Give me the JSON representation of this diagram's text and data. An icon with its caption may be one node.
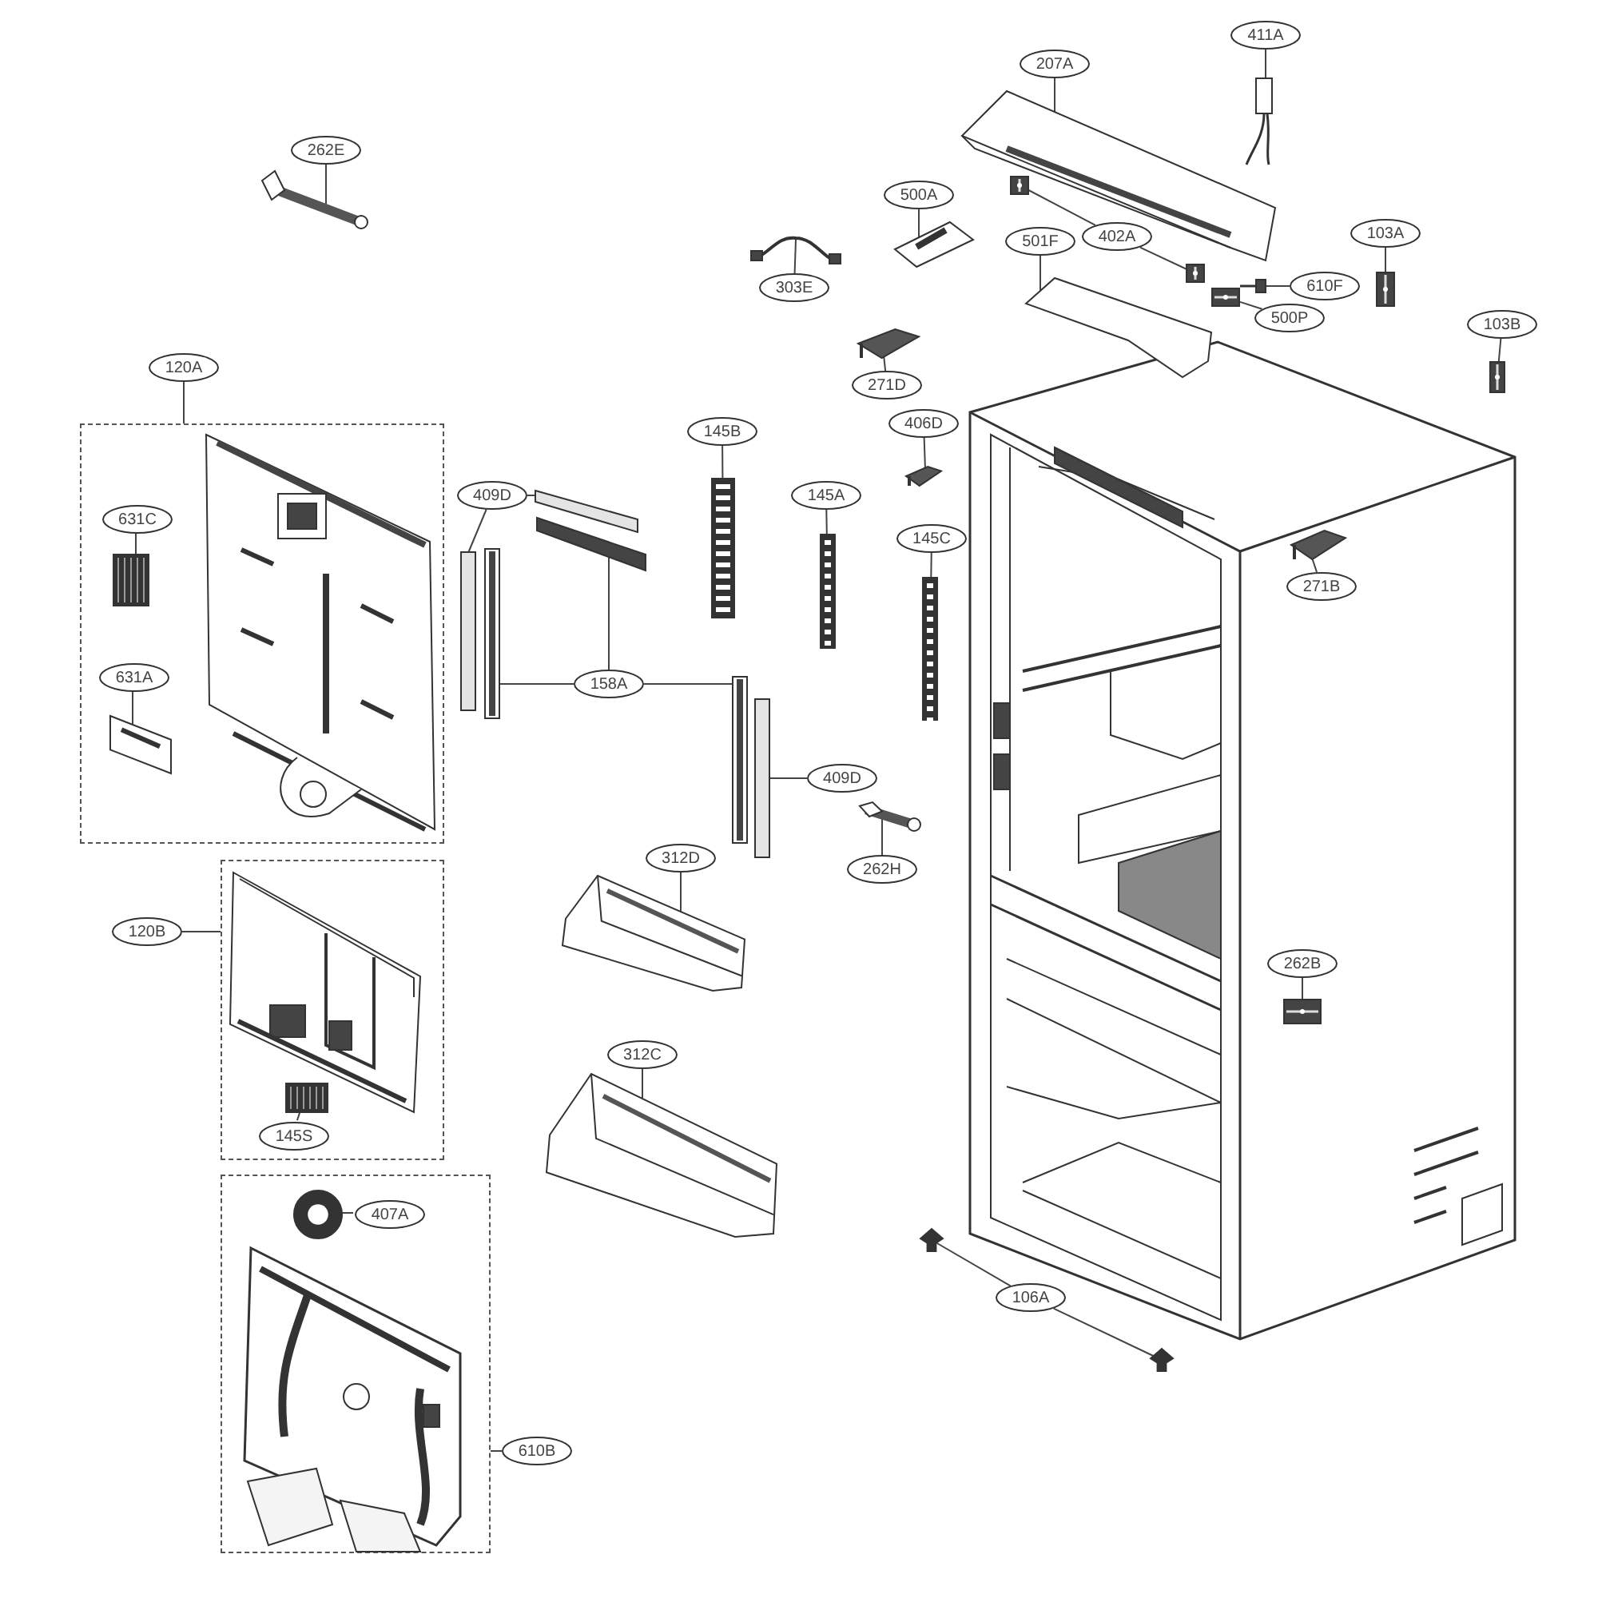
{
  "diagram": {
    "nodes": [
      {
        "text": [
          "262E"
        ]
      },
      {
        "text": [],
        "shape": "picture"
      },
      {
        "text": [
          "120A"
        ]
      },
      {
        "text": [],
        "shape": "box"
      },
      {
        "text": [
          "631C"
        ],
        "in": 3
      },
      {
        "text": [],
        "shape": "picture",
        "in": 3
      },
      {
        "text": [
          "631A"
        ],
        "in": 3
      },
      {
        "text": [],
        "shape": "picture",
        "in": 3
      },
      {
        "text": [
          "409D"
        ]
      },
      {
        "text": [],
        "shape": "bar"
      },
      {
        "text": [],
        "shape": "bar"
      },
      {
        "text": [],
        "shape": "bar"
      },
      {
        "text": [],
        "shape": "bar"
      },
      {
        "text": [
          "158A"
        ]
      },
      {
        "text": [],
        "shape": "bar"
      },
      {
        "text": [],
        "shape": "bar"
      },
      {
        "text": [
          "409D"
        ]
      },
      {
        "text": [
          "145B"
        ]
      },
      {
        "text": [],
        "shape": "picture"
      },
      {
        "text": [
          "145A"
        ]
      },
      {
        "text": [],
        "shape": "picture"
      },
      {
        "text": [
          "145C"
        ]
      },
      {
        "text": [],
        "shape": "picture"
      },
      {
        "text": [
          "303E"
        ]
      },
      {
        "text": [],
        "shape": "picture"
      },
      {
        "text": [
          "500A"
        ]
      },
      {
        "text": [],
        "shape": "picture"
      },
      {
        "text": [
          "207A"
        ]
      },
      {
        "text": [],
        "shape": "picture"
      },
      {
        "text": [
          "411A"
        ]
      },
      {
        "text": [],
        "shape": "picture"
      },
      {
        "text": [
          "402A"
        ]
      },
      {
        "text": [],
        "shape": "picture"
      },
      {
        "text": [],
        "shape": "picture"
      },
      {
        "text": [
          "501F"
        ]
      },
      {
        "text": [],
        "shape": "picture"
      },
      {
        "text": [
          "610F"
        ]
      },
      {
        "text": [],
        "shape": "picture"
      },
      {
        "text": [
          "500P"
        ]
      },
      {
        "text": [],
        "shape": "picture"
      },
      {
        "text": [
          "103A"
        ]
      },
      {
        "text": [],
        "shape": "picture"
      },
      {
        "text": [
          "103B"
        ]
      },
      {
        "text": [],
        "shape": "picture"
      },
      {
        "text": [
          "271D"
        ]
      },
      {
        "text": [],
        "shape": "picture"
      },
      {
        "text": [
          "406D"
        ]
      },
      {
        "text": [],
        "shape": "picture"
      },
      {
        "text": [
          "271B"
        ]
      },
      {
        "text": [],
        "shape": "picture"
      },
      {
        "text": [
          "262H"
        ]
      },
      {
        "text": [],
        "shape": "picture"
      },
      {
        "text": [
          "312D"
        ]
      },
      {
        "text": [],
        "shape": "picture"
      },
      {
        "text": [
          "312C"
        ]
      },
      {
        "text": [],
        "shape": "picture"
      },
      {
        "text": [
          "120B"
        ]
      },
      {
        "text": [],
        "shape": "box"
      },
      {
        "text": [],
        "shape": "picture",
        "in": 57
      },
      {
        "text": [
          "145S"
        ],
        "in": 57
      },
      {
        "text": [],
        "shape": "box"
      },
      {
        "text": [],
        "shape": "picture",
        "in": 60
      },
      {
        "text": [
          "407A"
        ],
        "in": 60
      },
      {
        "text": [
          "610B"
        ]
      },
      {
        "text": [
          "262B"
        ]
      },
      {
        "text": [],
        "shape": "picture"
      },
      {
        "text": [
          "106A"
        ]
      },
      {
        "text": [],
        "shape": "picture"
      },
      {
        "text": [],
        "shape": "picture"
      }
    ],
    "edges": [
      {
        "from": 0,
        "to": 1,
        "arrow": "none"
      },
      {
        "from": 2,
        "to": 3,
        "arrow": "none"
      },
      {
        "from": 4,
        "to": 5,
        "arrow": "none"
      },
      {
        "from": 6,
        "to": 7,
        "arrow": "none"
      },
      {
        "from": 8,
        "to": 9,
        "arrow": "none"
      },
      {
        "from": 8,
        "to": 11,
        "arrow": "none"
      },
      {
        "from": 13,
        "to": 10,
        "arrow": "none"
      },
      {
        "from": 13,
        "to": 12,
        "arrow": "none"
      },
      {
        "from": 13,
        "to": 14,
        "arrow": "none"
      },
      {
        "from": 16,
        "to": 15,
        "arrow": "none"
      },
      {
        "from": 17,
        "to": 18,
        "arrow": "none"
      },
      {
        "from": 19,
        "to": 20,
        "arrow": "none"
      },
      {
        "from": 21,
        "to": 22,
        "arrow": "none"
      },
      {
        "from": 23,
        "to": 24,
        "arrow": "none"
      },
      {
        "from": 25,
        "to": 26,
        "arrow": "none"
      },
      {
        "from": 27,
        "to": 28,
        "arrow": "none"
      },
      {
        "from": 29,
        "to": 30,
        "arrow": "none"
      },
      {
        "from": 31,
        "to": 32,
        "arrow": "none"
      },
      {
        "from": 31,
        "to": 33,
        "arrow": "none"
      },
      {
        "from": 34,
        "to": 35,
        "arrow": "none"
      },
      {
        "from": 36,
        "to": 37,
        "arrow": "none"
      },
      {
        "from": 38,
        "to": 39,
        "arrow": "none"
      },
      {
        "from": 40,
        "to": 41,
        "arrow": "none"
      },
      {
        "from": 42,
        "to": 43,
        "arrow": "none"
      },
      {
        "from": 44,
        "to": 45,
        "arrow": "none"
      },
      {
        "from": 46,
        "to": 47,
        "arrow": "none"
      },
      {
        "from": 48,
        "to": 49,
        "arrow": "none"
      },
      {
        "from": 50,
        "to": 51,
        "arrow": "none"
      },
      {
        "from": 52,
        "to": 53,
        "arrow": "none"
      },
      {
        "from": 54,
        "to": 55,
        "arrow": "none"
      },
      {
        "from": 56,
        "to": 57,
        "arrow": "none"
      },
      {
        "from": 59,
        "to": 58,
        "arrow": "none"
      },
      {
        "from": 62,
        "to": 61,
        "arrow": "none"
      },
      {
        "from": 63,
        "to": 60,
        "arrow": "none"
      },
      {
        "from": 64,
        "to": 65,
        "arrow": "none"
      },
      {
        "from": 66,
        "to": 67,
        "arrow": "none"
      },
      {
        "from": 66,
        "to": 68,
        "arrow": "none"
      }
    ]
  }
}
